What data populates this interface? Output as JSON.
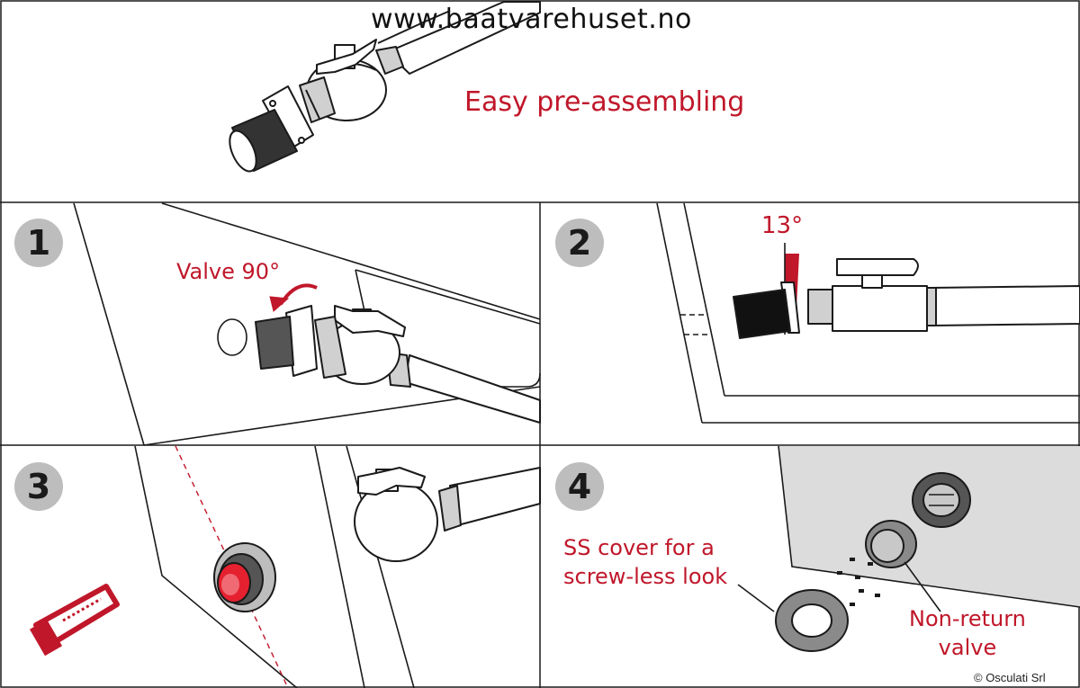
{
  "header": {
    "website": "www.baatvarehuset.no",
    "headline": "Easy pre-assembling"
  },
  "steps": [
    {
      "number": "1",
      "label": "Valve 90°"
    },
    {
      "number": "2",
      "label": "13°"
    },
    {
      "number": "3"
    },
    {
      "number": "4",
      "label_lines": [
        "SS cover for a",
        "screw-less look"
      ],
      "callout_lines": [
        "Non-return",
        "valve"
      ]
    }
  ],
  "footer": {
    "copyright": "© Osculati Srl"
  },
  "colors": {
    "accent": "#c0172a",
    "line": "#1a1a1a",
    "panel_gray": "#dcdcdc",
    "badge_gray": "#bdbdbd",
    "metal": "#c8c8c8",
    "dark": "#333333"
  },
  "icons": [
    "hacksaw-icon"
  ]
}
